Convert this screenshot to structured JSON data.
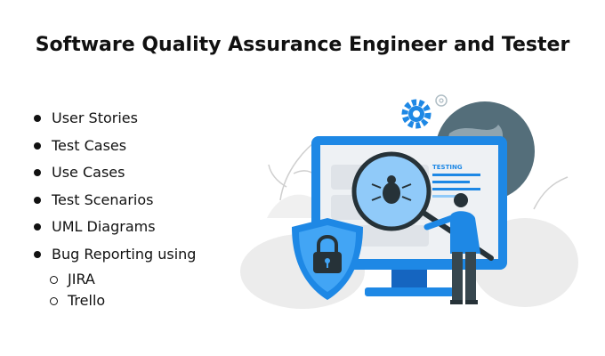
{
  "title": "Software Quality Assurance Engineer and Tester",
  "bullets": [
    "User Stories",
    "Test Cases",
    "Use Cases",
    "Test Scenarios",
    "UML Diagrams",
    "Bug Reporting using"
  ],
  "sub_bullets": [
    "JIRA",
    "Trello"
  ],
  "illustration": {
    "screen_label": "TESTING",
    "icons": [
      "gear-icon",
      "globe-icon",
      "bug-icon",
      "magnifier-icon",
      "padlock-icon",
      "shield-icon",
      "person-icon"
    ],
    "colors": {
      "accent": "#1e88e5",
      "dark": "#263238",
      "gray": "#e0e0e0"
    }
  }
}
